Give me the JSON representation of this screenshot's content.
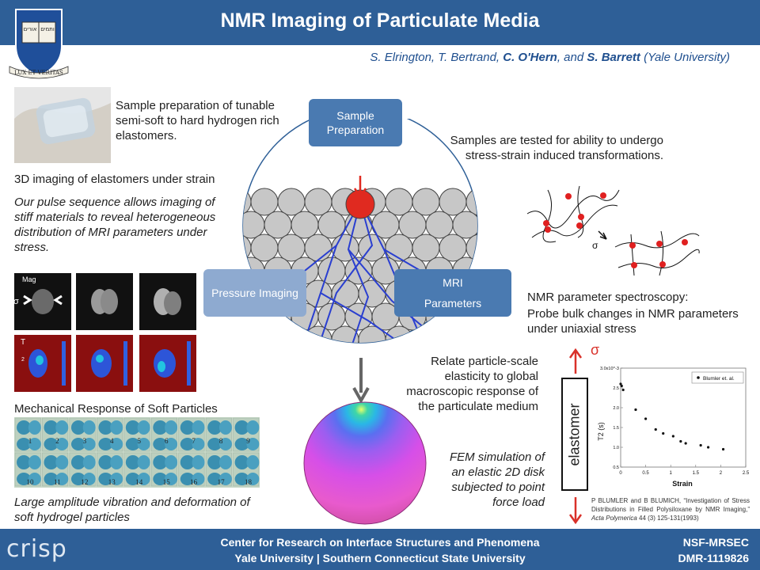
{
  "header": {
    "title": "NMR Imaging of Particulate Media",
    "crest_text": "LUX ET VERITAS",
    "crest_hebrew": "אורים ותמים"
  },
  "authors": {
    "a1": "S. Elrington, T. Bertrand, ",
    "a2": "C. O'Hern",
    "a3": ", and ",
    "a4": "S. Barrett",
    "a5": " (Yale University)"
  },
  "left": {
    "sample_prep_text": "Sample preparation of tunable semi-soft to hard hydrogen rich elastomers.",
    "imaging_heading": "3D imaging of elastomers under strain",
    "imaging_desc": "Our pulse sequence allows imaging of stiff materials to reveal heterogeneous distribution of MRI parameters under stress.",
    "mag_label": "Mag",
    "sigma_label": "σ",
    "t2_label_t": "T",
    "t2_label_2": "2",
    "mech_heading": "Mechanical Response of Soft  Particles",
    "vib_desc": "Large amplitude vibration and deformation of soft  hydrogel particles",
    "gel_numbers": [
      "1",
      "2",
      "3",
      "4",
      "5",
      "6",
      "7",
      "8",
      "9",
      "10",
      "11",
      "12",
      "13",
      "14",
      "15",
      "16",
      "17",
      "18"
    ]
  },
  "center": {
    "box_sample": "Sample Preparation",
    "box_pressure": "Pressure Imaging",
    "box_mri_1": "MRI",
    "box_mri_2": "Parameters"
  },
  "right": {
    "samples_text": "Samples are tested for ability to undergo stress-strain induced transformations.",
    "sigma_small": "σ",
    "nmr_text_1": "NMR parameter spectroscopy:",
    "nmr_text_2": "Probe bulk changes in NMR parameters under uniaxial stress",
    "sigma_red": "σ",
    "relate_text": "Relate particle-scale elasticity to global macroscopic response of the particulate medium",
    "fem_text": "FEM simulation of an elastic 2D disk subjected to point force load",
    "elastomer_label": "elastomer",
    "reference_main": "P BLUMLER and B BLUMICH, “Investigation of Stress Distributions in Filled Polysiloxane by NMR Imaging,” ",
    "reference_journal": "Acta Polymerica",
    "reference_tail": " 44 (3) 125-131(1993)"
  },
  "chart_data": {
    "type": "scatter",
    "xlabel": "Strain",
    "ylabel": "T2 (s)",
    "legend": "Blumler et. al.",
    "legend_placement": "top-right",
    "xlim": [
      0,
      2.5
    ],
    "ylim": [
      0.5,
      3.0
    ],
    "x_ticks": [
      "0",
      "0.5",
      "1",
      "1.5",
      "2",
      "2.5"
    ],
    "y_ticks": [
      "3.0x10^-3",
      "2.5",
      "2.0",
      "1.5",
      "1.0",
      "0.5"
    ],
    "x": [
      0.0,
      0.02,
      0.05,
      0.3,
      0.5,
      0.7,
      0.85,
      1.05,
      1.2,
      1.3,
      1.6,
      1.75,
      2.05
    ],
    "y": [
      2.6,
      2.55,
      2.45,
      1.95,
      1.72,
      1.45,
      1.35,
      1.28,
      1.15,
      1.1,
      1.05,
      1.0,
      0.95
    ]
  },
  "footer": {
    "logo": "crisp",
    "line1": "Center for Research on Interface Structures and Phenomena",
    "line2": "Yale University | Southern Connecticut State University",
    "nsf1": "NSF-MRSEC",
    "nsf2": "DMR-1119826"
  },
  "colors": {
    "title_bar": "#2e5f97",
    "box_dark": "#4a7ab1",
    "box_light": "#8eaad0",
    "accent_red": "#d9312a"
  }
}
